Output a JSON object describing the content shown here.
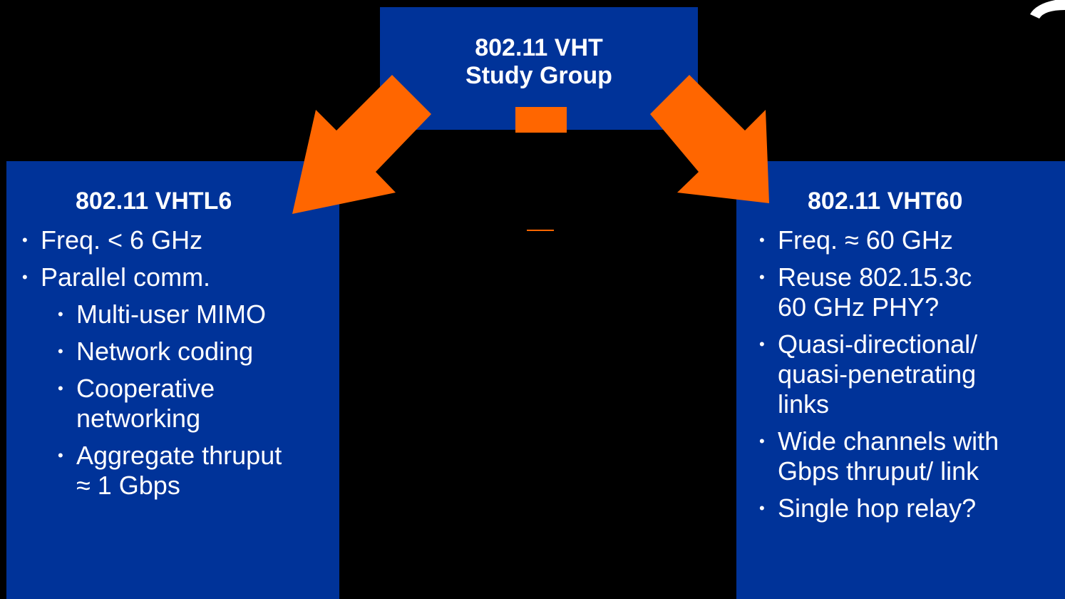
{
  "top": {
    "title_line1": "802.11 VHT",
    "title_line2": "Study Group"
  },
  "left": {
    "heading": "802.11 VHTL6",
    "items": [
      {
        "lines": [
          "Freq. < 6 GHz"
        ]
      },
      {
        "lines": [
          "Parallel comm."
        ]
      },
      {
        "lines": [
          "Multi-user MIMO"
        ]
      },
      {
        "lines": [
          "Network coding"
        ]
      },
      {
        "lines": [
          "Cooperative",
          "networking"
        ]
      },
      {
        "lines": [
          "Aggregate thruput",
          "≈ 1 Gbps"
        ]
      }
    ]
  },
  "right": {
    "heading": "802.11 VHT60",
    "items": [
      {
        "lines": [
          "Freq. ≈ 60 GHz"
        ]
      },
      {
        "lines": [
          "Reuse 802.15.3c",
          "60 GHz PHY?"
        ]
      },
      {
        "lines": [
          "Quasi-directional/",
          "quasi-penetrating",
          "links"
        ]
      },
      {
        "lines": [
          "Wide channels with",
          "Gbps thruput/ link"
        ]
      },
      {
        "lines": [
          "Single hop relay?"
        ]
      }
    ]
  },
  "bullet_char": "•",
  "colors": {
    "background": "#000000",
    "box": "#003399",
    "arrow": "#ff6600",
    "text": "#ffffff"
  }
}
